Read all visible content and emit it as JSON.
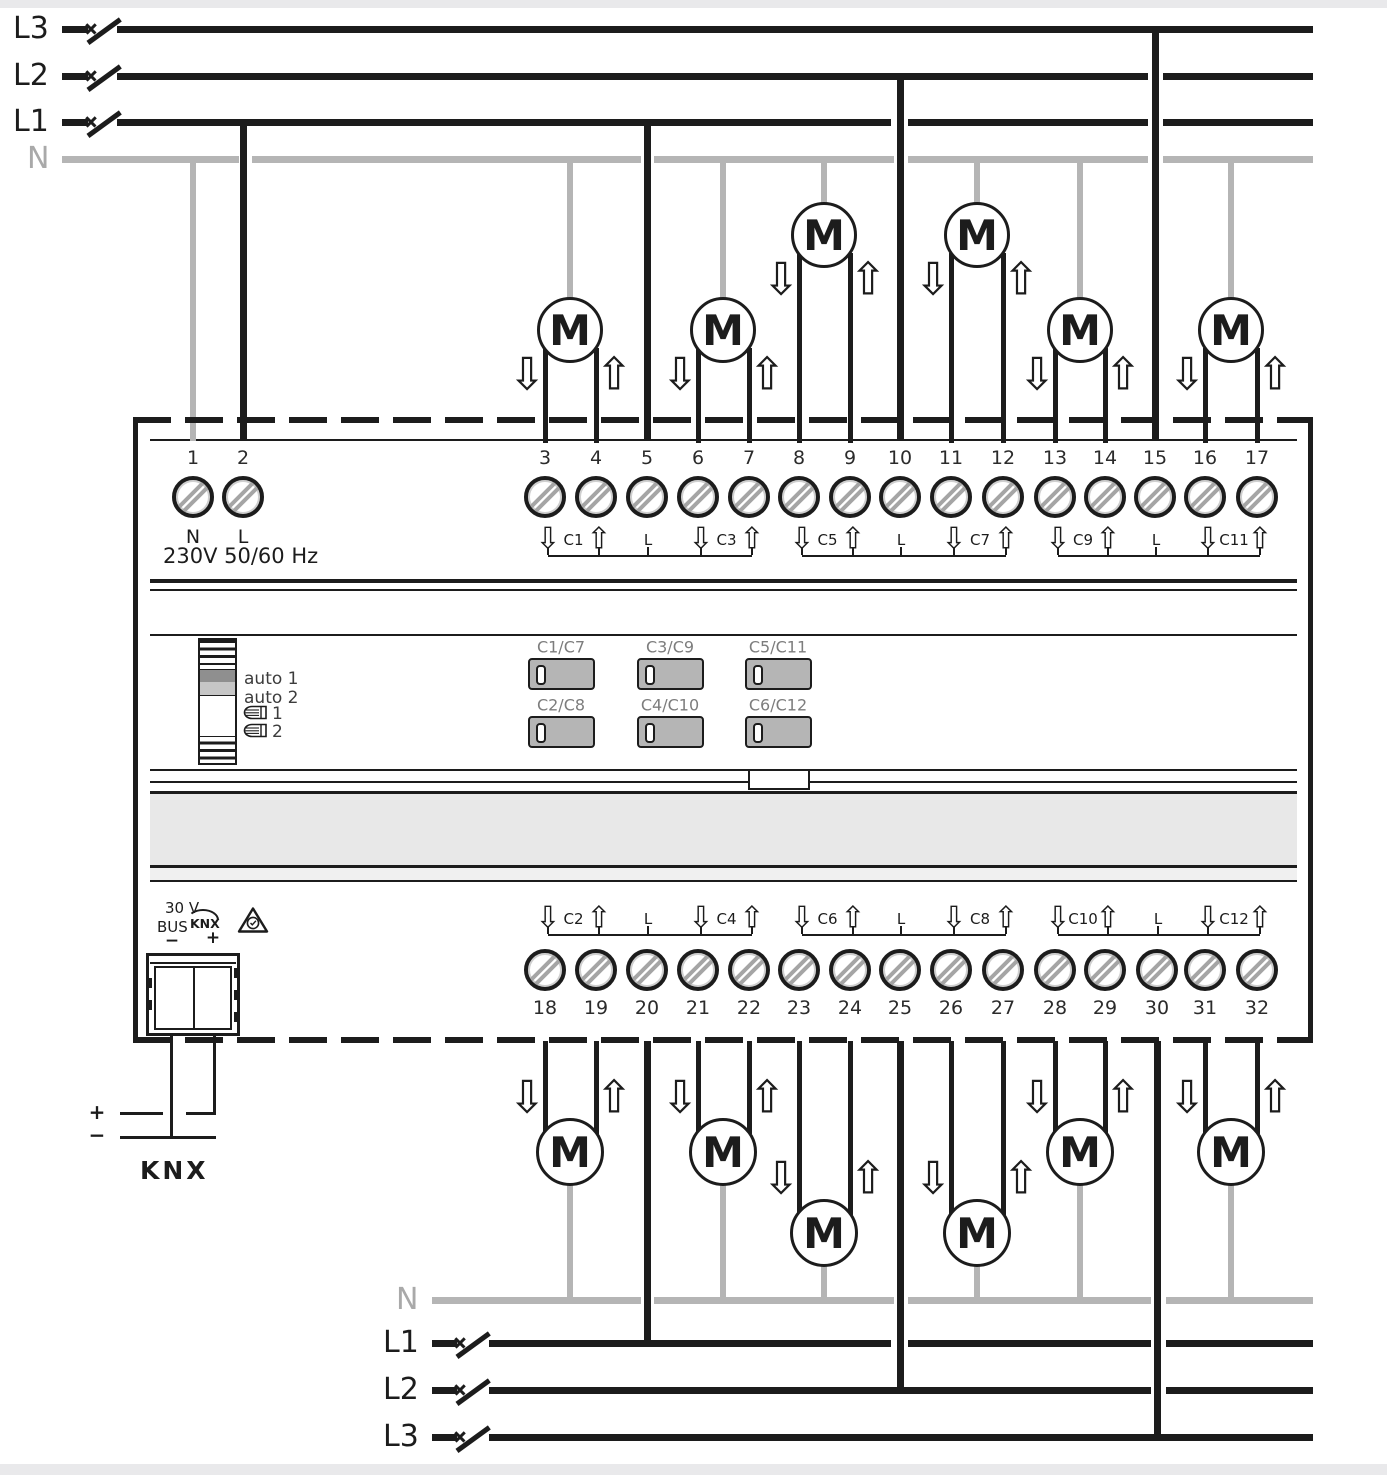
{
  "top_bus": {
    "labels": [
      "L3",
      "L2",
      "L1",
      "N"
    ]
  },
  "bottom_bus": {
    "labels": [
      "N",
      "L1",
      "L2",
      "L3"
    ]
  },
  "motor": {
    "symbol": "M"
  },
  "icons": {
    "arrow_down": "⇩",
    "arrow_up": "⇧"
  },
  "device": {
    "mains": {
      "neutral": "N",
      "line": "L",
      "rating": "230V  50/60 Hz"
    },
    "terminals_top": [
      "1",
      "2",
      "3",
      "4",
      "5",
      "6",
      "7",
      "8",
      "9",
      "10",
      "11",
      "12",
      "13",
      "14",
      "15",
      "16",
      "17"
    ],
    "terminals_bottom": [
      "18",
      "19",
      "20",
      "21",
      "22",
      "23",
      "24",
      "25",
      "26",
      "27",
      "28",
      "29",
      "30",
      "31",
      "32"
    ],
    "groups_top": [
      {
        "ch_down": "C1",
        "line": "L",
        "ch_up": "C3"
      },
      {
        "ch_down": "C5",
        "line": "L",
        "ch_up": "C7"
      },
      {
        "ch_down": "C9",
        "line": "L",
        "ch_up": "C11"
      }
    ],
    "groups_bottom": [
      {
        "ch_down": "C2",
        "line": "L",
        "ch_up": "C4"
      },
      {
        "ch_down": "C6",
        "line": "L",
        "ch_up": "C8"
      },
      {
        "ch_down": "C10",
        "line": "L",
        "ch_up": "C12"
      }
    ],
    "front_panel": {
      "mode_labels": [
        "auto 1",
        "auto 2"
      ],
      "manual_labels": [
        "1",
        "2"
      ],
      "buttons": [
        "C1/C7",
        "C3/C9",
        "C5/C11",
        "C2/C8",
        "C4/C10",
        "C6/C12"
      ]
    },
    "bus_area": {
      "voltage": "30 V",
      "bus": "BUS",
      "logo": "KNX",
      "post_minus": "−",
      "post_plus": "+",
      "wire_plus": "+",
      "wire_minus": "−"
    }
  },
  "caption": "KNX",
  "colors": {
    "wire_black": "#1c1c1c",
    "wire_neutral": "#b5b5b5",
    "rail_band": "#e8e8e8",
    "button_fill": "#b5b5b5",
    "button_label": "#7d7d7d"
  }
}
